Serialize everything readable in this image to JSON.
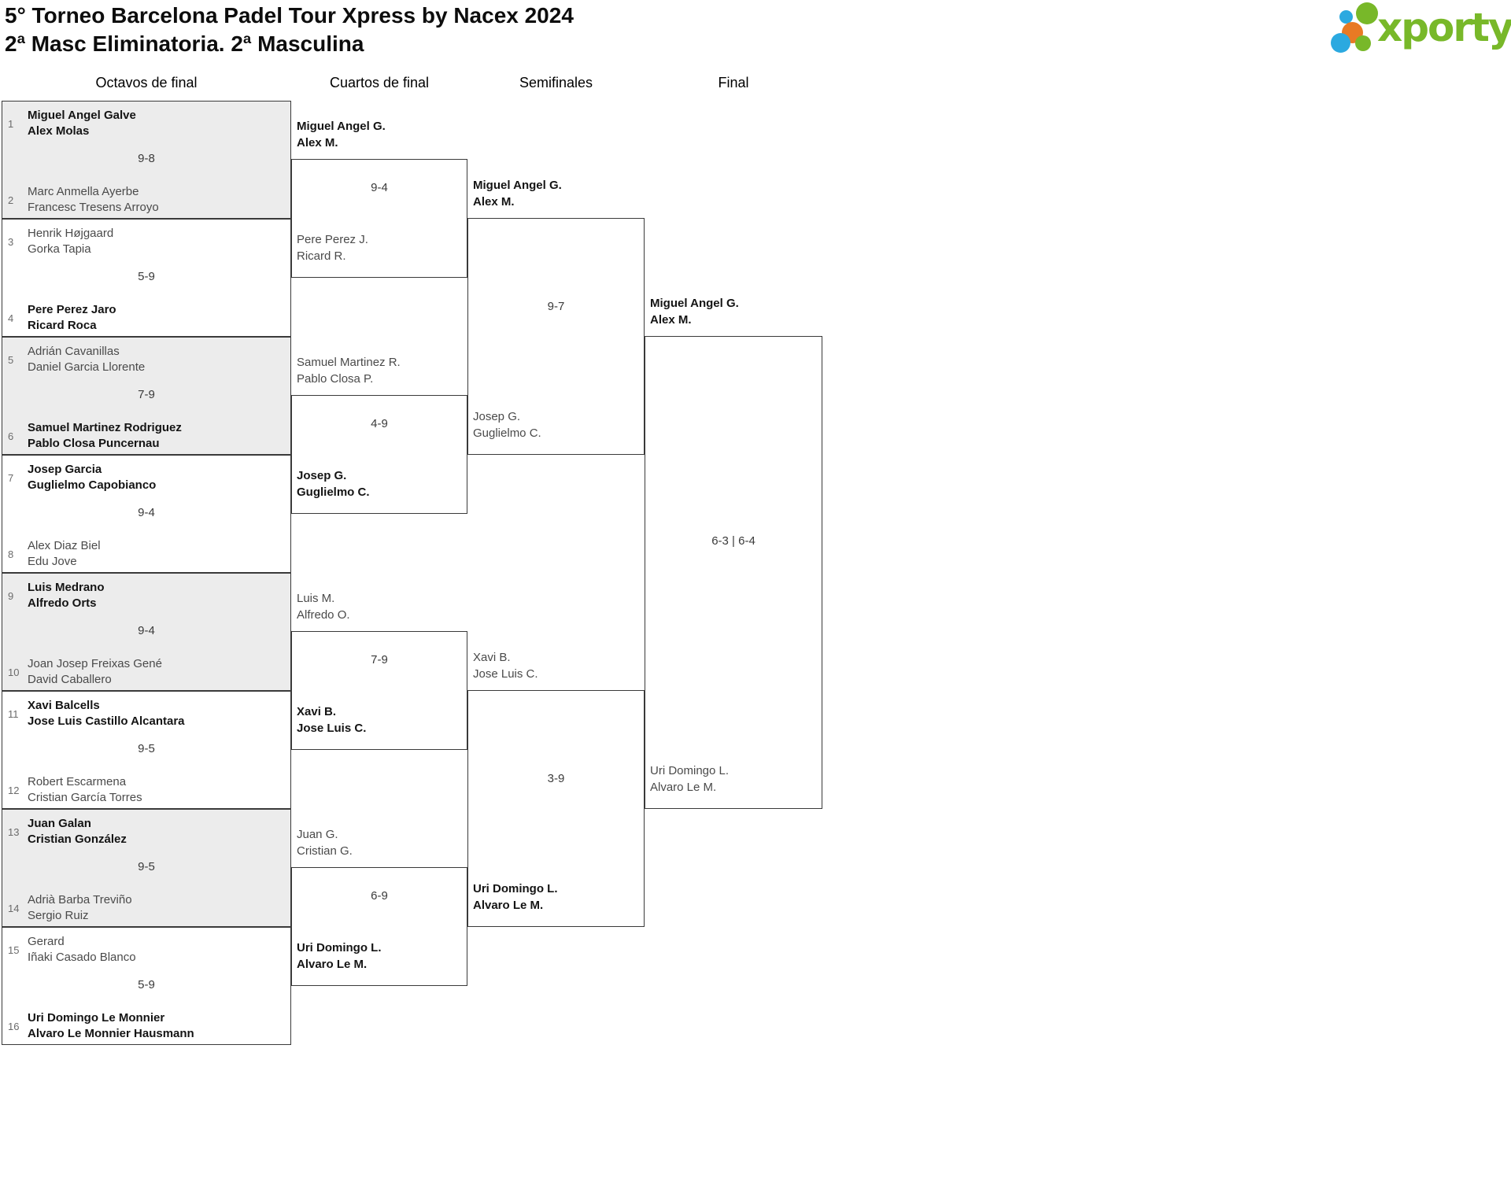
{
  "header": {
    "title": "5° Torneo Barcelona Padel Tour Xpress by Nacex 2024",
    "subtitle": "2ª Masc Eliminatoria. 2ª Masculina"
  },
  "logo": {
    "text": "xporty",
    "green": "#78b829",
    "blue": "#2ba9e0",
    "orange": "#e87a24"
  },
  "rounds": {
    "r16": "Octavos de final",
    "qf": "Cuartos de final",
    "sf": "Semifinales",
    "f": "Final"
  },
  "r16": [
    {
      "seed1": "1",
      "team1": {
        "l1": "Miguel Angel Galve",
        "l2": "Alex Molas",
        "winner": true
      },
      "score": "9-8",
      "seed2": "2",
      "team2": {
        "l1": "Marc Anmella Ayerbe",
        "l2": "Francesc Tresens Arroyo",
        "winner": false
      }
    },
    {
      "seed1": "3",
      "team1": {
        "l1": "Henrik Højgaard",
        "l2": "Gorka Tapia",
        "winner": false
      },
      "score": "5-9",
      "seed2": "4",
      "team2": {
        "l1": "Pere Perez Jaro",
        "l2": "Ricard Roca",
        "winner": true
      }
    },
    {
      "seed1": "5",
      "team1": {
        "l1": "Adrián Cavanillas",
        "l2": "Daniel Garcia Llorente",
        "winner": false
      },
      "score": "7-9",
      "seed2": "6",
      "team2": {
        "l1": "Samuel Martinez Rodriguez",
        "l2": "Pablo Closa Puncernau",
        "winner": true
      }
    },
    {
      "seed1": "7",
      "team1": {
        "l1": "Josep Garcia",
        "l2": "Guglielmo Capobianco",
        "winner": true
      },
      "score": "9-4",
      "seed2": "8",
      "team2": {
        "l1": "Alex Diaz Biel",
        "l2": "Edu Jove",
        "winner": false
      }
    },
    {
      "seed1": "9",
      "team1": {
        "l1": "Luis Medrano",
        "l2": "Alfredo Orts",
        "winner": true
      },
      "score": "9-4",
      "seed2": "10",
      "team2": {
        "l1": "Joan Josep Freixas Gené",
        "l2": "David Caballero",
        "winner": false
      }
    },
    {
      "seed1": "11",
      "team1": {
        "l1": "Xavi Balcells",
        "l2": "Jose Luis Castillo Alcantara",
        "winner": true
      },
      "score": "9-5",
      "seed2": "12",
      "team2": {
        "l1": "Robert Escarmena",
        "l2": "Cristian García Torres",
        "winner": false
      }
    },
    {
      "seed1": "13",
      "team1": {
        "l1": "Juan Galan",
        "l2": "Cristian González",
        "winner": true
      },
      "score": "9-5",
      "seed2": "14",
      "team2": {
        "l1": "Adrià Barba Treviño",
        "l2": "Sergio Ruiz",
        "winner": false
      }
    },
    {
      "seed1": "15",
      "team1": {
        "l1": "Gerard",
        "l2": "Iñaki Casado Blanco",
        "winner": false
      },
      "score": "5-9",
      "seed2": "16",
      "team2": {
        "l1": "Uri Domingo Le Monnier",
        "l2": "Alvaro Le Monnier Hausmann",
        "winner": true
      }
    }
  ],
  "qf": [
    {
      "team1": {
        "l1": "Miguel Angel G.",
        "l2": "Alex M.",
        "winner": true
      },
      "score": "9-4",
      "team2": {
        "l1": "Pere Perez J.",
        "l2": "Ricard R.",
        "winner": false
      }
    },
    {
      "team1": {
        "l1": "Samuel Martinez R.",
        "l2": "Pablo Closa P.",
        "winner": false
      },
      "score": "4-9",
      "team2": {
        "l1": "Josep G.",
        "l2": "Guglielmo C.",
        "winner": true
      }
    },
    {
      "team1": {
        "l1": "Luis M.",
        "l2": "Alfredo O.",
        "winner": false
      },
      "score": "7-9",
      "team2": {
        "l1": "Xavi B.",
        "l2": "Jose Luis C.",
        "winner": true
      }
    },
    {
      "team1": {
        "l1": "Juan G.",
        "l2": "Cristian G.",
        "winner": false
      },
      "score": "6-9",
      "team2": {
        "l1": "Uri Domingo L.",
        "l2": "Alvaro Le M.",
        "winner": true
      }
    }
  ],
  "sf": [
    {
      "team1": {
        "l1": "Miguel Angel G.",
        "l2": "Alex M.",
        "winner": true
      },
      "score": "9-7",
      "team2": {
        "l1": "Josep G.",
        "l2": "Guglielmo C.",
        "winner": false
      }
    },
    {
      "team1": {
        "l1": "Xavi B.",
        "l2": "Jose Luis C.",
        "winner": false
      },
      "score": "3-9",
      "team2": {
        "l1": "Uri Domingo L.",
        "l2": "Alvaro Le M.",
        "winner": true
      }
    }
  ],
  "final": {
    "team1": {
      "l1": "Miguel Angel G.",
      "l2": "Alex M.",
      "winner": true
    },
    "score": "6-3 | 6-4",
    "team2": {
      "l1": "Uri Domingo L.",
      "l2": "Alvaro Le M.",
      "winner": false
    }
  }
}
